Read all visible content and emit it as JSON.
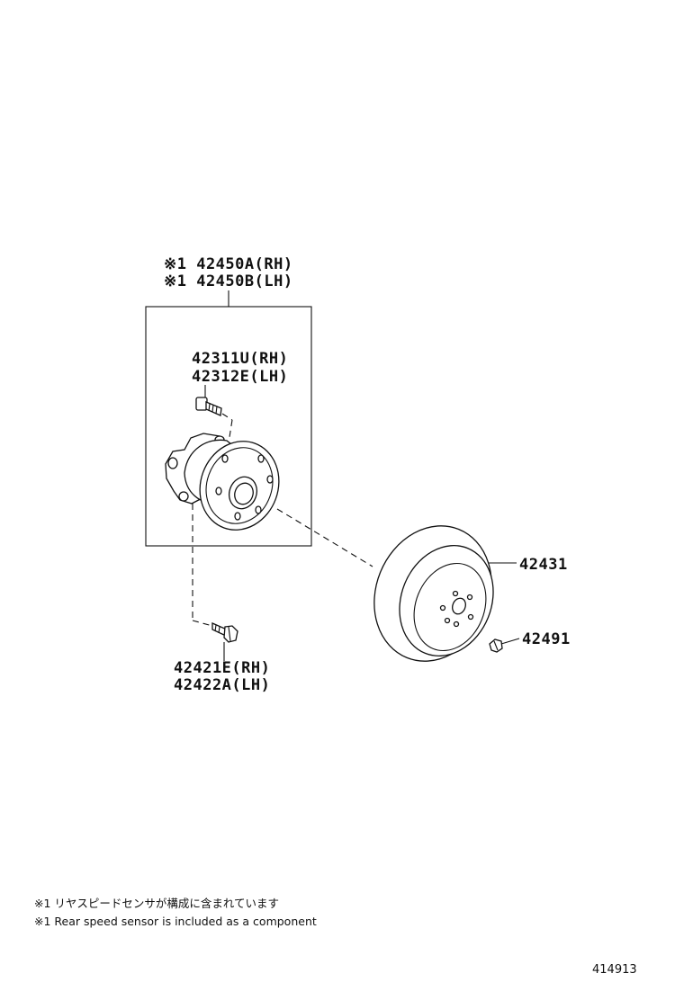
{
  "labels": {
    "hub_assembly_rh": "※1 42450A(RH)",
    "hub_assembly_lh": "※1 42450B(LH)",
    "hub_bolt_rh": "42311U(RH)",
    "hub_bolt_lh": "42312E(LH)",
    "mount_bolt_rh": "42421E(RH)",
    "mount_bolt_lh": "42422A(LH)",
    "disc": "42431",
    "plug": "42491"
  },
  "notes": {
    "japanese": "※1 リヤスピードセンサが構成に含まれています",
    "english": "※1 Rear speed sensor is included as a component"
  },
  "diagram_code": "414913"
}
